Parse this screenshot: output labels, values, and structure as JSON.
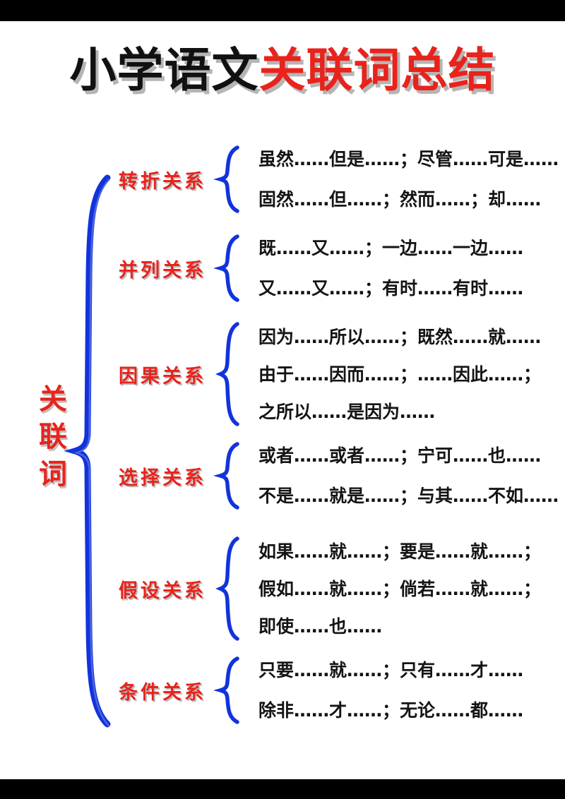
{
  "page": {
    "background": "#ffffff",
    "band_color": "#000000",
    "accent_red": "#E8231C",
    "accent_blue": "#1233DC",
    "text_black": "#141414"
  },
  "title": {
    "black_part": "小学语文",
    "red_part": "关联词总结"
  },
  "root": {
    "label": "关联词",
    "chars": [
      "关",
      "联",
      "词"
    ]
  },
  "categories": [
    {
      "label": "转折关系",
      "lines": [
        "虽然……但是……；尽管……可是……",
        "固然……但……；然而……；却……"
      ]
    },
    {
      "label": "并列关系",
      "lines": [
        "既……又……；一边……一边……",
        "又……又……；有时……有时……"
      ]
    },
    {
      "label": "因果关系",
      "lines": [
        "因为……所以……；既然……就……",
        "由于……因而……；……因此……；",
        "之所以……是因为……"
      ]
    },
    {
      "label": "选择关系",
      "lines": [
        "或者……或者……；宁可……也……",
        "不是……就是……；与其……不如……"
      ]
    },
    {
      "label": "假设关系",
      "lines": [
        "如果……就……；要是……就……；",
        "假如……就……；倘若……就……；",
        "即使……也……"
      ]
    },
    {
      "label": "条件关系",
      "lines": [
        "只要……就……；只有……才……",
        "除非……才……；无论……都……"
      ]
    }
  ]
}
